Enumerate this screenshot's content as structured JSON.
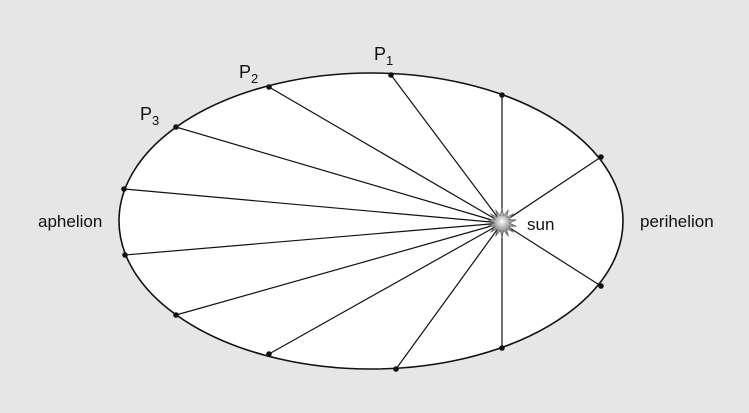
{
  "labels": {
    "aphelion": "aphelion",
    "perihelion": "perihelion",
    "sun": "sun",
    "p1_letter": "P",
    "p1_sub": "1",
    "p2_letter": "P",
    "p2_sub": "2",
    "p3_letter": "P",
    "p3_sub": "3"
  },
  "colors": {
    "background": "#e6e6e6",
    "ellipse_fill": "#ffffff",
    "stroke": "#111111",
    "sun_center": "#ffffff",
    "sun_edge": "#555555"
  }
}
